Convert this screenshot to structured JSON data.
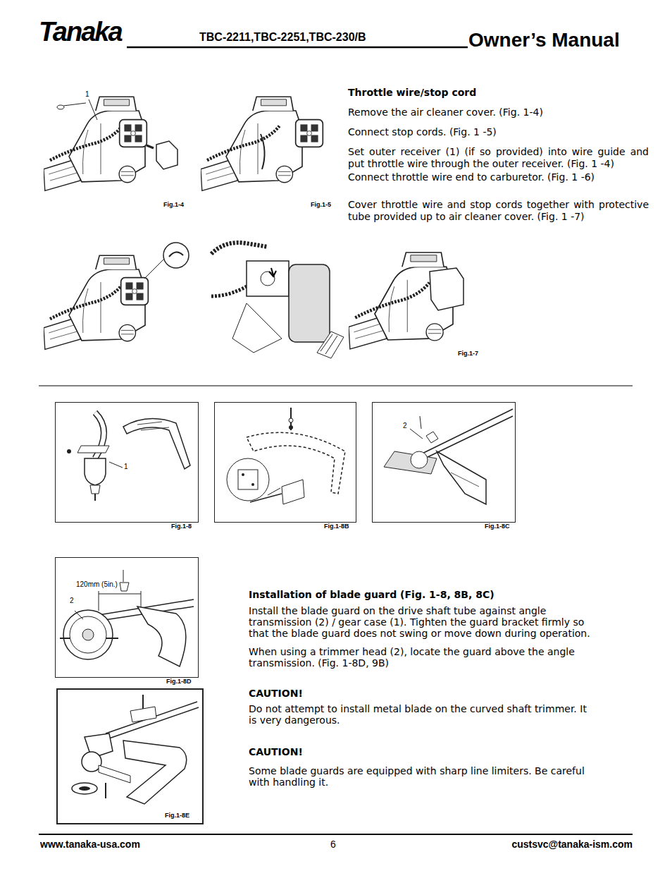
{
  "diagram": {
    "title": "Owner’s Manual",
    "labels": [
      "Tanaka",
      "TBC-2211,TBC-2251,TBC-230/B",
      "1",
      "Fig.1-4",
      "Fig.1-5",
      "Throttle wire/stop cord",
      "Remove the air cleaner cover. (Fig. 1-4)",
      "Connect stop cords. (Fig. 1 -5)",
      "Set outer receiver (1) (if so provided) into wire guide and put throttle wire through the outer receiver. (Fig. 1 -4)",
      "Connect throttle wire end to carburetor. (Fig. 1 -6)",
      "Cover throttle wire and stop cords together with protective tube provided up to air cleaner cover. (Fig. 1 -7)",
      "Fig.1-7",
      "1",
      "Fig.1-8",
      "Fig.1-8B",
      "2",
      "Fig.1-8C",
      "120mm (5in.)",
      "2",
      "Fig.1-8D",
      "Installation of blade guard (Fig. 1-8, 8B, 8C)",
      "Install the blade guard on the drive shaft tube against angle transmission (2) / gear case (1). Tighten the guard bracket firmly so that the blade guard does not swing or move down during operation.",
      "When using a trimmer head (2), locate the guard above the angle transmission. (Fig. 1-8D, 9B)",
      "CAUTION!",
      "Do not attempt to install metal blade on the curved shaft trimmer. It is very dangerous.",
      "CAUTION!",
      "Some blade guards are equipped with sharp line limiters. Be careful with handling it.",
      "Fig.1-8E",
      "www.tanaka-usa.com",
      "6",
      "custsvc@tanaka-ism.com"
    ]
  }
}
